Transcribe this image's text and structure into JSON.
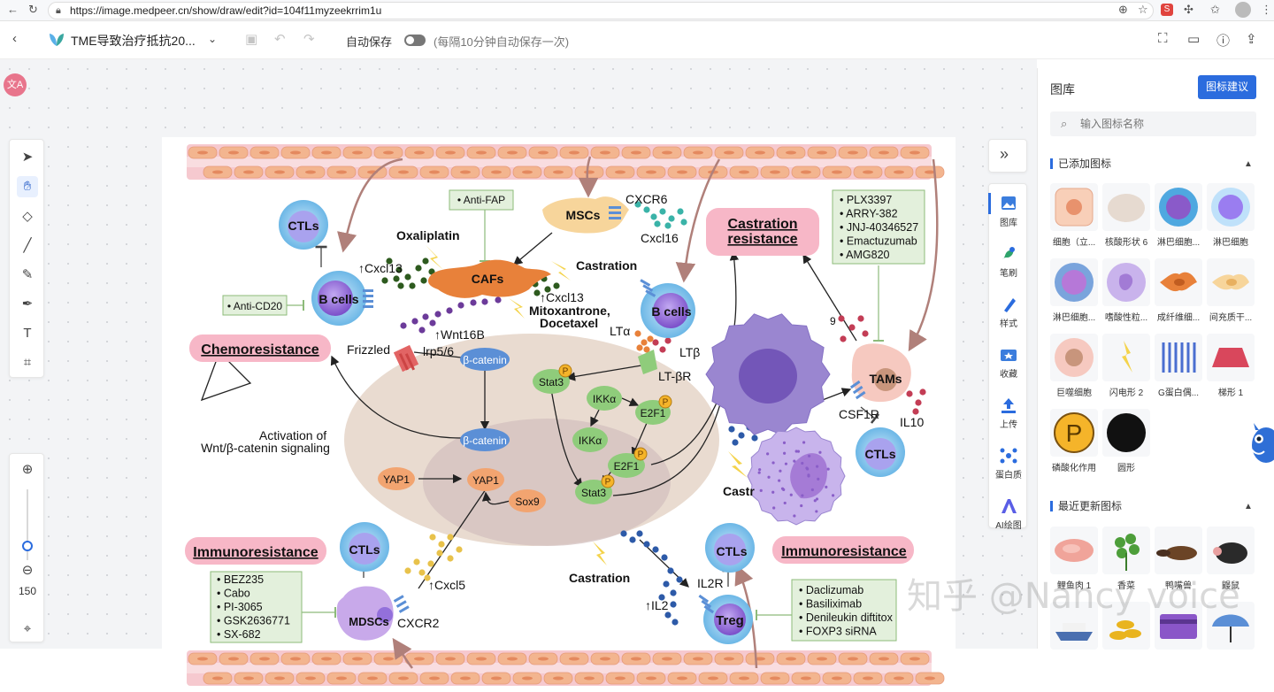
{
  "browser": {
    "url": "https://image.medpeer.cn/show/draw/edit?id=104f11myzeekrrim1u"
  },
  "editor": {
    "doc_title": "TME导致治疗抵抗20...",
    "autosave_label": "自动保存",
    "autosave_hint": "(每隔10分钟自动保存一次)"
  },
  "zoom": {
    "value": "150"
  },
  "side_strip": {
    "items": [
      {
        "label": "图库",
        "icon": "image-icon"
      },
      {
        "label": "笔刷",
        "icon": "brush-icon"
      },
      {
        "label": "样式",
        "icon": "pen-icon"
      },
      {
        "label": "收藏",
        "icon": "star-folder-icon"
      },
      {
        "label": "上传",
        "icon": "upload-icon"
      },
      {
        "label": "蛋白质",
        "icon": "protein-icon"
      },
      {
        "label": "AI绘图",
        "icon": "ai-icon"
      }
    ]
  },
  "library": {
    "title": "图库",
    "suggest_button": "图标建议",
    "search_placeholder": "输入图标名称",
    "added_section": "已添加图标",
    "recent_section": "最近更新图标",
    "added_items": [
      {
        "label": "细胞（立...",
        "kind": "cell-cube"
      },
      {
        "label": "核酸形状 6",
        "kind": "oval"
      },
      {
        "label": "淋巴细胞...",
        "kind": "lymph-blue"
      },
      {
        "label": "淋巴细胞",
        "kind": "lymph-light"
      },
      {
        "label": "淋巴细胞...",
        "kind": "lymph-purple"
      },
      {
        "label": "嗜酸性粒...",
        "kind": "eosinophil"
      },
      {
        "label": "成纤维细...",
        "kind": "fibroblast"
      },
      {
        "label": "间充质干...",
        "kind": "msc"
      },
      {
        "label": "巨噬细胞",
        "kind": "macrophage"
      },
      {
        "label": "闪电形 2",
        "kind": "lightning"
      },
      {
        "label": "G蛋白偶...",
        "kind": "gpcr"
      },
      {
        "label": "梯形 1",
        "kind": "trapezoid"
      },
      {
        "label": "磷酸化作用",
        "kind": "phospho"
      },
      {
        "label": "圆形",
        "kind": "black-circle"
      }
    ],
    "recent_items": [
      {
        "label": "鲤鱼肉 1",
        "kind": "meat"
      },
      {
        "label": "香菜",
        "kind": "herb"
      },
      {
        "label": "鸭嘴兽",
        "kind": "platypus"
      },
      {
        "label": "鼹鼠",
        "kind": "mole"
      },
      {
        "label": "",
        "kind": "ship"
      },
      {
        "label": "",
        "kind": "coins"
      },
      {
        "label": "",
        "kind": "card"
      },
      {
        "label": "",
        "kind": "umbrella"
      }
    ]
  },
  "watermark": "知乎 @Nancy voice",
  "diagram": {
    "texts": {
      "ctls_1": "CTLs",
      "bcells_1": "B cells",
      "cxcl13_1": "↑Cxcl13",
      "anti_cd20": "• Anti-CD20",
      "anti_fap": "• Anti-FAP",
      "mscs": "MSCs",
      "cxcr6": "CXCR6",
      "cxcl16": "Cxcl16",
      "oxaliplatin": "Oxaliplatin",
      "cafs": "CAFs",
      "castration_1": "Castration",
      "cxcl13_2": "↑Cxcl13",
      "mitox_1": "Mitoxantrone,",
      "mitox_2": "Docetaxel",
      "bcells_2": "B cells",
      "castration_resistance_1": "Castration",
      "castration_resistance_2": "resistance",
      "plx": [
        "• PLX3397",
        "• ARRY-382",
        "• JNJ-40346527",
        "• Emactuzumab",
        "• AMG820"
      ],
      "wnt16b": "↑Wnt16B",
      "chemoresistance": "Chemoresistance",
      "frizzled": "Frizzled",
      "lrp": "lrp5/6",
      "bcatenin_1": "β-catenin",
      "bcatenin_2": "β-catenin",
      "lta": "LTα",
      "ltb": "LTβ",
      "ltbr": "LT-βR",
      "stat3_1": "Stat3",
      "stat3_2": "Stat3",
      "ikka_1": "IKKα",
      "ikka_2": "IKKα",
      "e2f1_1": "E2F1",
      "e2f1_2": "E2F1",
      "p": "P",
      "activation_1": "Activation of",
      "activation_2": "Wnt/β-catenin signaling",
      "yap1_1": "YAP1",
      "yap1_2": "YAP1",
      "sox9": "Sox9",
      "tams": "TAMs",
      "csf1r": "CSF1R",
      "il10": "IL10",
      "ctls_2": "CTLs",
      "nine": "9",
      "castr": "Castr",
      "immunoresistance_1": "Immunoresistance",
      "immunoresistance_2": "Immunoresistance",
      "ctls_3": "CTLs",
      "cxcl5": "↑Cxcl5",
      "mdscs": "MDSCs",
      "cxcr2": "CXCR2",
      "bez": [
        "• BEZ235",
        "• Cabo",
        "• PI-3065",
        "• GSK2636771",
        "• SX-682"
      ],
      "castration_2": "Castration",
      "il2": "↑IL2",
      "ctls_4": "CTLs",
      "il2r": "IL2R",
      "treg": "Treg",
      "dacli": [
        "• Daclizumab",
        "• Basiliximab",
        "• Denileukin diftitox",
        "• FOXP3 siRNA"
      ]
    },
    "colors": {
      "pink_label": "#f7b7c7",
      "green_box": "#e3f0dc",
      "green_border": "#8dbb7a",
      "nucleus_bg": "#e9dbd0",
      "lymph_outer": "#6cb7e6",
      "lymph_inner": "#9370db",
      "caf": "#e8813a",
      "msc": "#f7d59b",
      "macrophage": "#9a86d0",
      "node_green": "#8fcc7b",
      "node_blue": "#5b8fd6",
      "node_orange": "#f2a470",
      "arrow_brown": "#b0807a"
    }
  }
}
